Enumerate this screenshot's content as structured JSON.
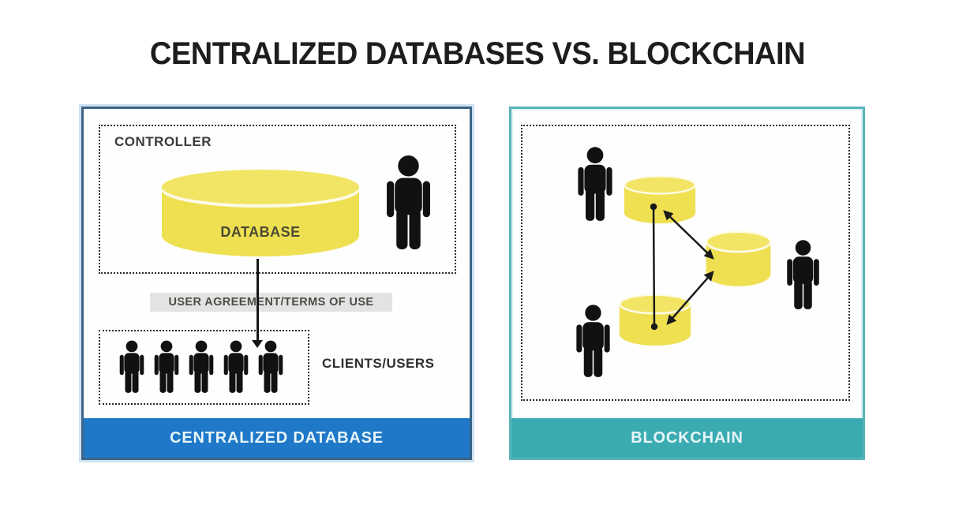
{
  "title": "CENTRALIZED DATABASES VS. BLOCKCHAIN",
  "left_panel": {
    "heading": "CONTROLLER",
    "database_label": "DATABASE",
    "agreement_label": "USER AGREEMENT/TERMS OF USE",
    "clients_label": "CLIENTS/USERS",
    "footer_label": "CENTRALIZED DATABASE",
    "client_figures": 5,
    "controller_figures": 1
  },
  "right_panel": {
    "footer_label": "BLOCKCHAIN",
    "database_nodes": 3,
    "peer_figures": 3,
    "links": 3
  },
  "icons": {
    "person": "person-icon",
    "database": "database-cylinder-icon",
    "down_arrow": "down-arrow-icon",
    "network_link": "double-arrow-icon"
  },
  "colors": {
    "accent_blue": "#1f78c8",
    "accent_teal": "#3aacb1",
    "border_navy": "#3c6486",
    "border_navy_outer": "#cfe2f3",
    "border_teal": "#57b4b9",
    "border_teal_inner": "#dcf0f1",
    "cylinder_yellow": "#efe052",
    "cylinder_top_yellow": "#f2e565",
    "cylinder_rim": "#fdfbe8",
    "agreement_gray": "#e3e3e3",
    "figure_black": "#111111",
    "title_black": "#1d1d1d",
    "bar_text": "#e7f5f8",
    "label_dark": "#3b3b3b",
    "db_label": "#4a4a33"
  }
}
